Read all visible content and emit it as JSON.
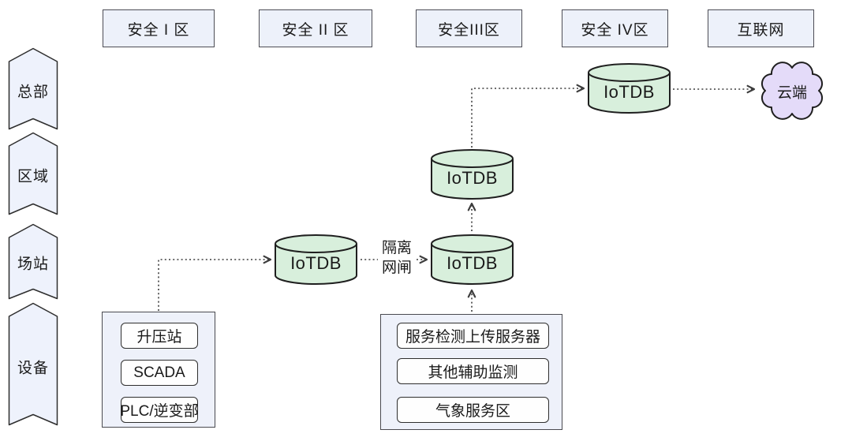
{
  "zones": [
    {
      "label": "安全 I 区"
    },
    {
      "label": "安全 II 区"
    },
    {
      "label": "安全III区"
    },
    {
      "label": "安全 IV区"
    },
    {
      "label": "互联网"
    }
  ],
  "levels": [
    {
      "label": "总部"
    },
    {
      "label": "区域"
    },
    {
      "label": "场站"
    },
    {
      "label": "设备"
    }
  ],
  "cylinders": {
    "zone2": {
      "label": "IoTDB"
    },
    "zone3_lower": {
      "label": "IoTDB"
    },
    "zone3_upper": {
      "label": "IoTDB"
    },
    "zone4": {
      "label": "IoTDB"
    }
  },
  "cloud": {
    "label": "云端"
  },
  "gateway": {
    "line1": "隔离",
    "line2": "网闸"
  },
  "station_group": {
    "items": [
      {
        "label": "升压站"
      },
      {
        "label": "SCADA"
      },
      {
        "label": "PLC/逆变部"
      }
    ]
  },
  "service_group": {
    "items": [
      {
        "label": "服务检测上传服务器"
      },
      {
        "label": "其他辅助监测"
      },
      {
        "label": "气象服务区"
      }
    ]
  },
  "colors": {
    "zone_fill": "#edf1fa",
    "zone_border": "#4d4d55",
    "banner_fill": "#eef2fc",
    "cylinder_fill": "#d8efdc",
    "cloud_fill": "#e4dbf9",
    "group_fill": "#eef1fa",
    "line": "#3d3d3d"
  }
}
